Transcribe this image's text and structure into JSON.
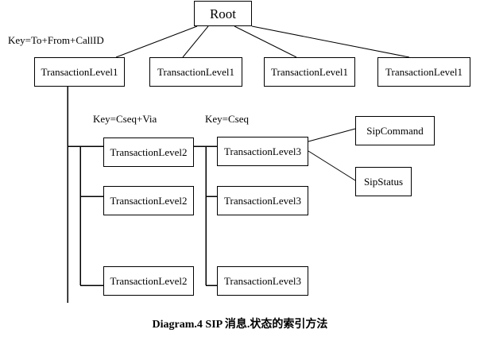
{
  "diagram": {
    "root_label": "Root",
    "key_labels": {
      "level1": "Key=To+From+CallID",
      "level2": "Key=Cseq+Via",
      "level3": "Key=Cseq"
    },
    "level1_nodes": [
      "TransactionLevel1",
      "TransactionLevel1",
      "TransactionLevel1",
      "TransactionLevel1"
    ],
    "level2_nodes": [
      "TransactionLevel2",
      "TransactionLevel2",
      "TransactionLevel2"
    ],
    "level3_nodes": [
      "TransactionLevel3",
      "TransactionLevel3",
      "TransactionLevel3"
    ],
    "leaf_nodes": {
      "command": "SipCommand",
      "status": "SipStatus"
    },
    "caption": "Diagram.4 SIP 消息.状态的索引方法"
  },
  "colors": {
    "background": "#ffffff",
    "line": "#000000",
    "text": "#000000"
  }
}
